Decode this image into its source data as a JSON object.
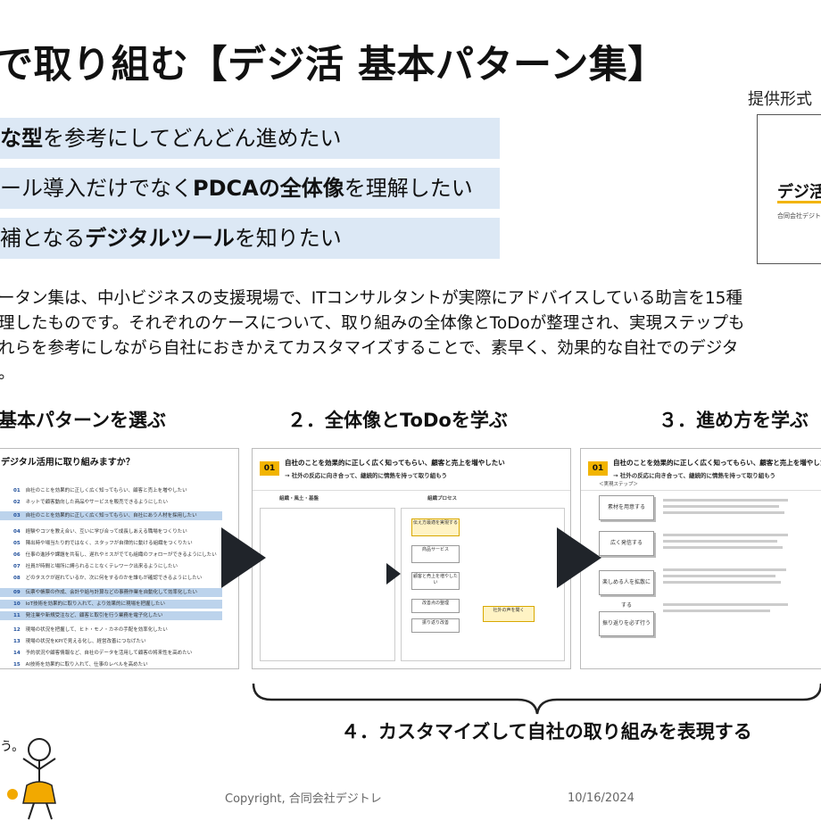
{
  "title": "で取り組む【デジ活 基本パターン集】",
  "offer": {
    "label": "提供形式",
    "logo_text": "デジ活",
    "logo_sub": "合同会社デジト"
  },
  "bullets": [
    {
      "pre": "",
      "bold": "な型",
      "post": "を参考にしてどんどん進めたい"
    },
    {
      "pre": "ール導入だけでなく",
      "bold": "PDCAの全体像",
      "post": "を理解したい"
    },
    {
      "pre": "補となる",
      "bold": "デジタルツール",
      "post": "を知りたい"
    }
  ],
  "description": [
    "ータン集は、中小ビジネスの支援現場で、ITコンサルタントが実際にアドバイスしている助言を15種",
    "理したものです。それぞれのケースについて、取り組みの全体像とToDoが整理され、実現ステップも",
    "れらを参考にしながら自社におきかえてカスタマイズすることで、素早く、効果的な自社でのデジタ",
    "。"
  ],
  "steps": [
    "基本パターンを選ぶ",
    "２．全体像とToDoを学ぶ",
    "３．進め方を学ぶ"
  ],
  "step4": "４．カスタマイズして自社の取り組みを表現する",
  "thumb1": {
    "title": "デジタル活用に取り組みますか？",
    "rows": [
      {
        "num": "01",
        "text": "自社のことを効果的に正しく広く知ってもらい、顧客と売上を増やしたい",
        "hl": false
      },
      {
        "num": "02",
        "text": "ネットで顧客動向した商品やサービスを販売できるようにしたい",
        "hl": false
      },
      {
        "num": "03",
        "text": "自社のことを効果的に正しく広く知ってもらい、自社にあう人材を採用したい",
        "hl": true
      },
      {
        "num": "04",
        "text": "経験やコツを教え合い、互いに学び合って成長しあえる職場をつくりたい",
        "hl": false
      },
      {
        "num": "05",
        "text": "陳出時や場当たり的ではなく、スタッフが自律的に動ける組織をつくりたい",
        "hl": false
      },
      {
        "num": "06",
        "text": "仕事の進捗や課題を共有し、遅れやミスがでても組織のフォローができるようにしたい",
        "hl": false
      },
      {
        "num": "07",
        "text": "社員が時間と場所に縛られることなくテレワーク出来るようにしたい",
        "hl": false
      },
      {
        "num": "08",
        "text": "どのタスクが遅れているか、次に何をするのかを誰もが確認できるようにしたい",
        "hl": false
      },
      {
        "num": "09",
        "text": "伝票や帳票の作成、会計や給与計算などの事務作業を自動化して効率化したい",
        "hl": true
      },
      {
        "num": "10",
        "text": "IoT技術を効果的に取り入れて、より効果的に現場を把握したい",
        "hl": true
      },
      {
        "num": "11",
        "text": "発注業や新規受注など、顧客と取引を行う業務を電子化したい",
        "hl": true
      },
      {
        "num": "12",
        "text": "現場の状況を把握して、ヒト・モノ・カネの手配を効率化したい",
        "hl": false
      },
      {
        "num": "13",
        "text": "現場の状況をKPIで見える化し、経営改善につなげたい",
        "hl": false
      },
      {
        "num": "14",
        "text": "予約状況や顧客情報など、自社のデータを活用して顧客の将来性を高めたい",
        "hl": false
      },
      {
        "num": "15",
        "text": "AI技術を効果的に取り入れて、仕事のレベルを高めたい",
        "hl": false
      }
    ]
  },
  "thumb2": {
    "badge": "01",
    "title": "自社のことを効果的に正しく広く知ってもらい、顧客と売上を増やしたい",
    "subtitle": "→ 社外の反応に向き合って、継続的に情熱を持って取り組もう",
    "col_left": "組織・風土・基盤",
    "col_right": "組織プロセス",
    "boxes": [
      "伝え方最適を実現する",
      "商品サービス",
      "顧客と売上を増やしたい",
      "改善点の整理",
      "振り返り改善",
      "社外の声を聞く"
    ]
  },
  "thumb3": {
    "badge": "01",
    "title": "自社のことを効果的に正しく広く知ってもらい、顧客と売上を増やしたい",
    "subtitle": "→ 社外の反応に向き合って、継続的に情熱を持って取り組もう",
    "section": "＜実現ステップ＞",
    "steps": [
      "素材を用意する",
      "広く発信する",
      "楽しめる人を拡散にする",
      "振り返りを必ず行う"
    ]
  },
  "speech": "う。",
  "footer": {
    "copyright": "Copyright, 合同会社デジトレ",
    "date": "10/16/2024"
  }
}
